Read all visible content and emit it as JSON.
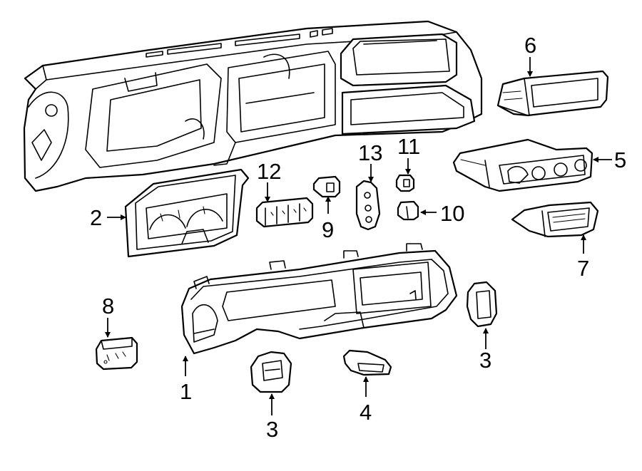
{
  "callouts": {
    "c1": "1",
    "c2": "2",
    "c3a": "3",
    "c3b": "3",
    "c4": "4",
    "c5": "5",
    "c6": "6",
    "c7": "7",
    "c8": "8",
    "c9": "9",
    "c10": "10",
    "c11": "11",
    "c12": "12",
    "c13": "13"
  },
  "colors": {
    "line": "#000000",
    "background": "#ffffff"
  }
}
